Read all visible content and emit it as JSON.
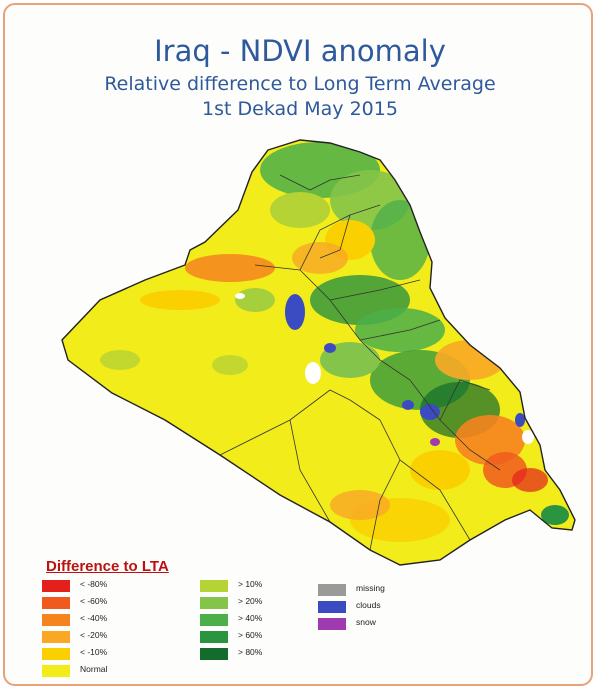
{
  "title": "Iraq - NDVI anomaly",
  "subtitle": "Relative difference to Long Term Average",
  "period": "1st Dekad May 2015",
  "legend": {
    "title": "Difference to LTA",
    "col1": [
      {
        "label": "< -80%",
        "color": "#e4201c"
      },
      {
        "label": "< -60%",
        "color": "#f05a1e"
      },
      {
        "label": "< -40%",
        "color": "#f5841f"
      },
      {
        "label": "< -20%",
        "color": "#f9a825"
      },
      {
        "label": "< -10%",
        "color": "#fbd000"
      },
      {
        "label": "Normal",
        "color": "#f2ec1a"
      }
    ],
    "col2": [
      {
        "label": "> 10%",
        "color": "#b5d334"
      },
      {
        "label": "> 20%",
        "color": "#84c44a"
      },
      {
        "label": "> 40%",
        "color": "#4caf4a"
      },
      {
        "label": "> 60%",
        "color": "#2a9440"
      },
      {
        "label": "> 80%",
        "color": "#136b2c"
      }
    ],
    "col3": [
      {
        "label": "missing",
        "color": "#9a9a9a"
      },
      {
        "label": "clouds",
        "color": "#3b4bc2"
      },
      {
        "label": "snow",
        "color": "#a03ab0"
      }
    ]
  },
  "colors": {
    "border": "#e8a27a",
    "title": "#2e5a9c"
  }
}
